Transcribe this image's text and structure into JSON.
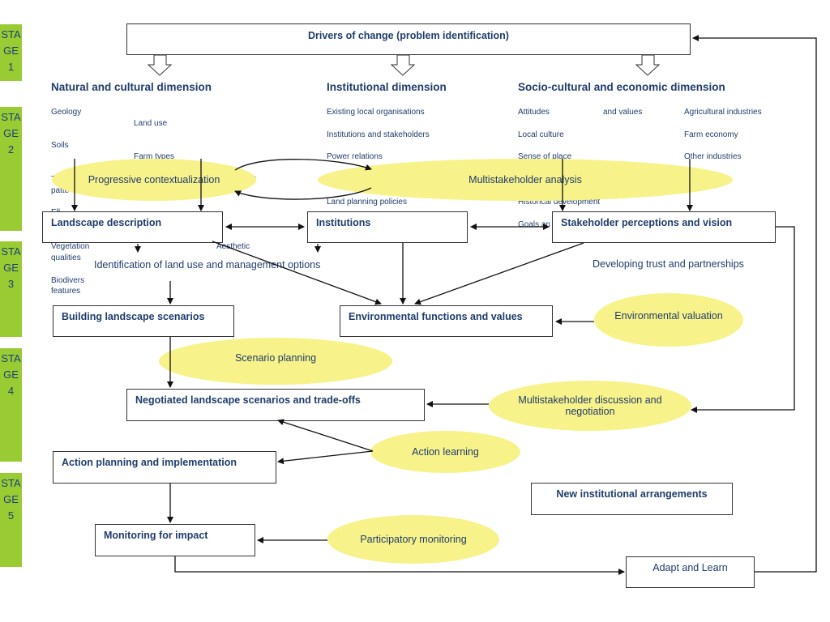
{
  "stages": [
    "STAGE 1",
    "STAGE 2",
    "STAGE 3",
    "STAGE 4",
    "STAGE 5"
  ],
  "drivers": "Drivers of change (problem identification)",
  "dimensions": {
    "natural": {
      "title": "Natural and cultural dimension",
      "items": [
        "Geology",
        "Land use",
        "Soils",
        "Farm types",
        "T",
        "patte",
        "Ell"
      ]
    },
    "institutional": {
      "title": "Institutional dimension",
      "items": [
        "Existing local organisations",
        "Institutions and stakeholders",
        "Power relations",
        "t",
        "Land planning policies"
      ]
    },
    "socio": {
      "title": "Socio-cultural and economic dimension",
      "items": [
        "Attitudes",
        "and values",
        "Agricultural industries",
        "Local culture",
        "Farm economy",
        "Sense of place",
        "Other industries",
        "Historical development",
        "Goals an"
      ]
    }
  },
  "ovals": {
    "progressive": "Progressive contextualization",
    "multistakeholder_analysis": "Multistakeholder analysis",
    "environmental_valuation": "Environmental valuation",
    "scenario_planning": "Scenario planning",
    "discussion": "Multistakeholder discussion and negotiation",
    "action_learning": "Action learning",
    "participatory_monitoring": "Participatory monitoring"
  },
  "boxes": {
    "landscape_description": "Landscape description",
    "institutions": "Institutions",
    "stakeholder_perceptions": "Stakeholder perceptions and vision",
    "building_scenarios": "Building landscape scenarios",
    "env_functions": "Environmental functions and values",
    "negotiated": "Negotiated landscape scenarios and trade-offs",
    "action_planning": "Action planning and implementation",
    "new_institutional": "New institutional arrangements",
    "monitoring": "Monitoring for impact",
    "adapt": "Adapt and Learn"
  },
  "stage3": {
    "vegetation": "Vegetation",
    "qualities": "qualities",
    "aesthetic": "Aesthetic",
    "biodiversity": "Biodivers",
    "features": "features",
    "identification": "Identification of land use and management options",
    "trust": "Developing trust and partnerships"
  }
}
